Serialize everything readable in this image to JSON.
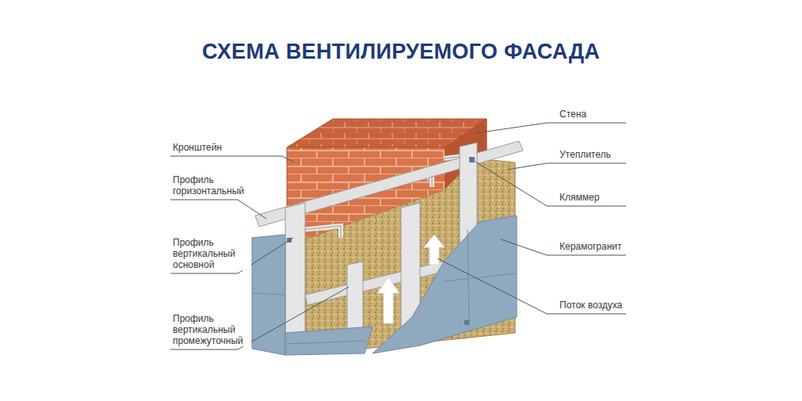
{
  "diagram": {
    "title": "СХЕМА ВЕНТИЛИРУЕМОГО ФАСАДА",
    "labels": [
      "Кронштейн",
      "Профиль горизонтальный",
      "Профиль вертикальный основной",
      "Профиль вертикальный промежуточный",
      "Стена",
      "Утеплитель",
      "Кляммер",
      "Керамогранит",
      "Поток воздуха"
    ]
  }
}
